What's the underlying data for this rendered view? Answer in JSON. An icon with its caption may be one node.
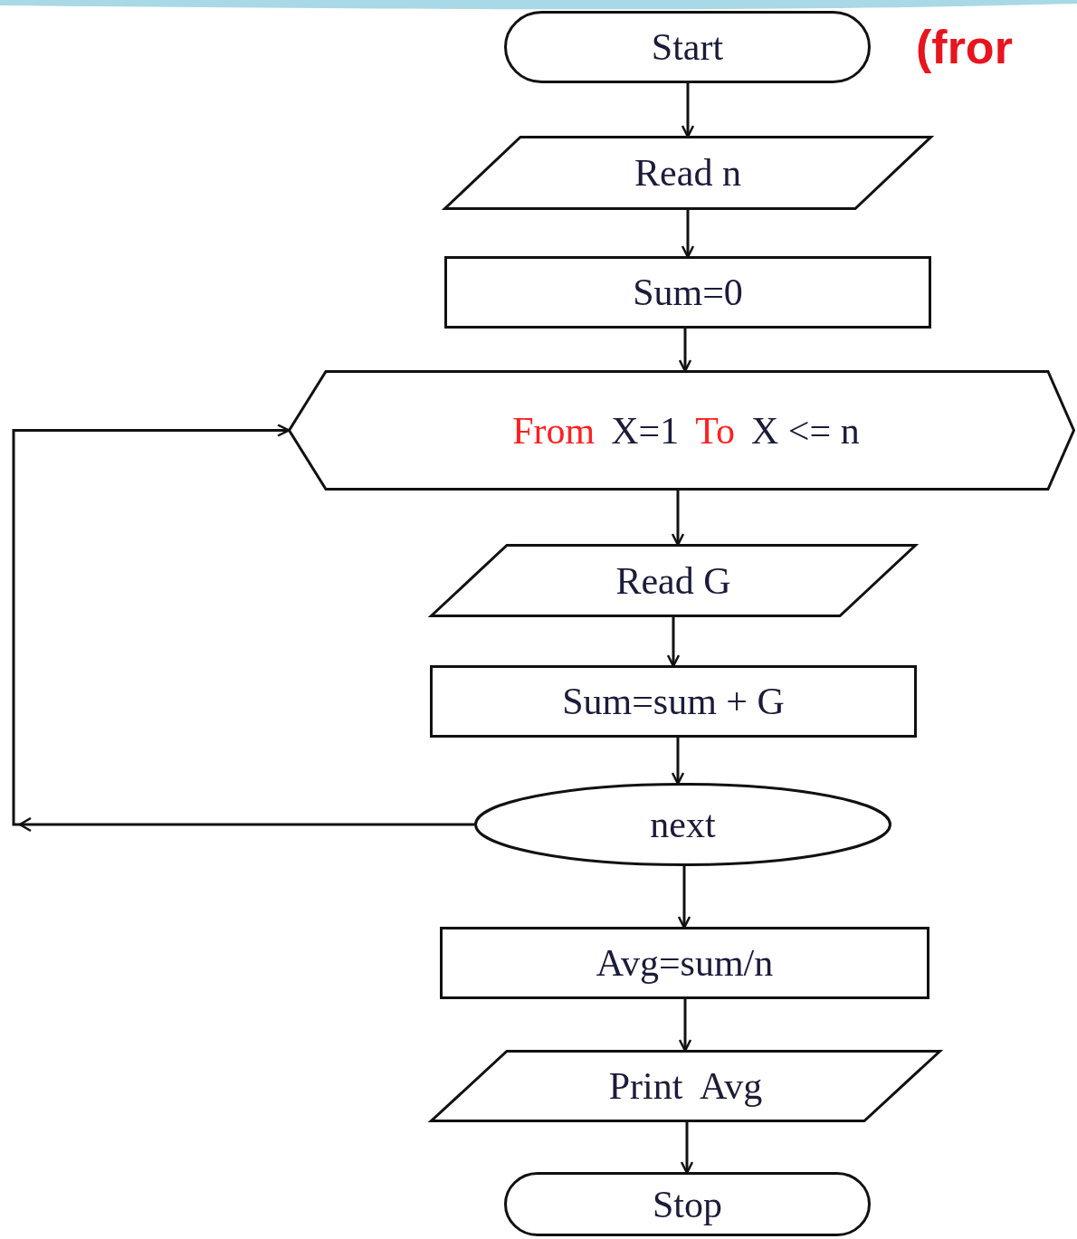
{
  "diagram": {
    "nodes": [
      {
        "text": [
          "Start"
        ]
      },
      {
        "text": [
          "Read n"
        ]
      },
      {
        "text": [
          "Sum=0"
        ]
      },
      {
        "text": [
          "From",
          "X=1",
          "To",
          "X <= n"
        ]
      },
      {
        "text": [
          "Read G"
        ]
      },
      {
        "text": [
          "Sum=sum + G"
        ]
      },
      {
        "text": [
          "next"
        ]
      },
      {
        "text": [
          "Avg=sum/n"
        ]
      },
      {
        "text": [
          "Print  Avg"
        ]
      },
      {
        "text": [
          "Stop"
        ]
      }
    ],
    "edges": [
      {
        "from": 0,
        "to": 1,
        "arrow": "to"
      },
      {
        "from": 1,
        "to": 2,
        "arrow": "to"
      },
      {
        "from": 2,
        "to": 3,
        "arrow": "to"
      },
      {
        "from": 3,
        "to": 4,
        "arrow": "to"
      },
      {
        "from": 4,
        "to": 5,
        "arrow": "to"
      },
      {
        "from": 5,
        "to": 6,
        "arrow": "to"
      },
      {
        "from": 6,
        "to": 3,
        "arrow": "to"
      },
      {
        "from": 6,
        "to": 7,
        "arrow": "to"
      },
      {
        "from": 7,
        "to": 8,
        "arrow": "to"
      },
      {
        "from": 8,
        "to": 9,
        "arrow": "to"
      }
    ],
    "labels": [
      "(fror"
    ]
  }
}
